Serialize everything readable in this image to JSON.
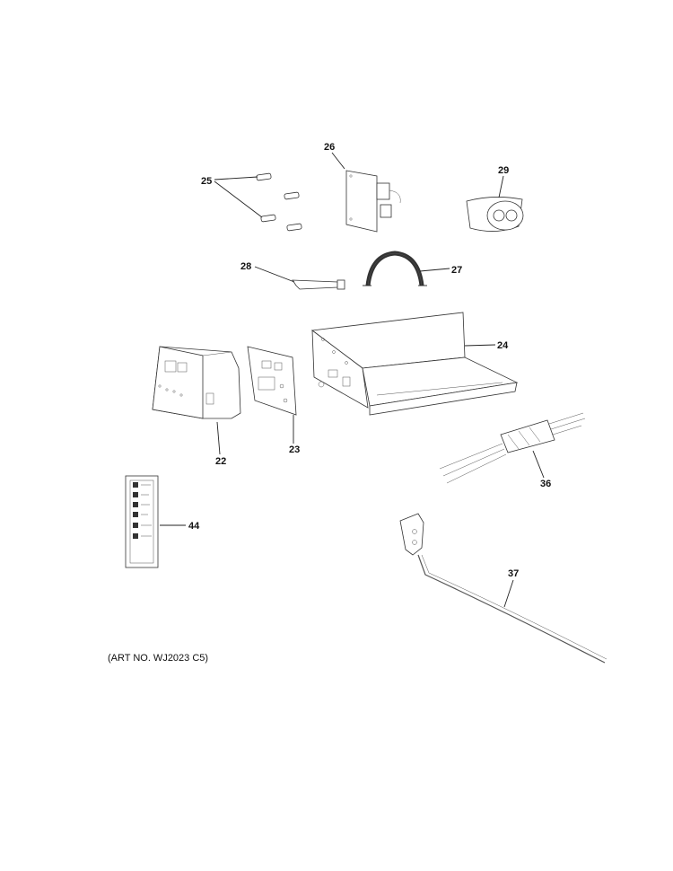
{
  "callouts": {
    "c22": "22",
    "c23": "23",
    "c24": "24",
    "c25": "25",
    "c26": "26",
    "c27": "27",
    "c28": "28",
    "c29": "29",
    "c36": "36",
    "c37": "37",
    "c44": "44"
  },
  "art_number": "(ART NO. WJ2023 C5)"
}
